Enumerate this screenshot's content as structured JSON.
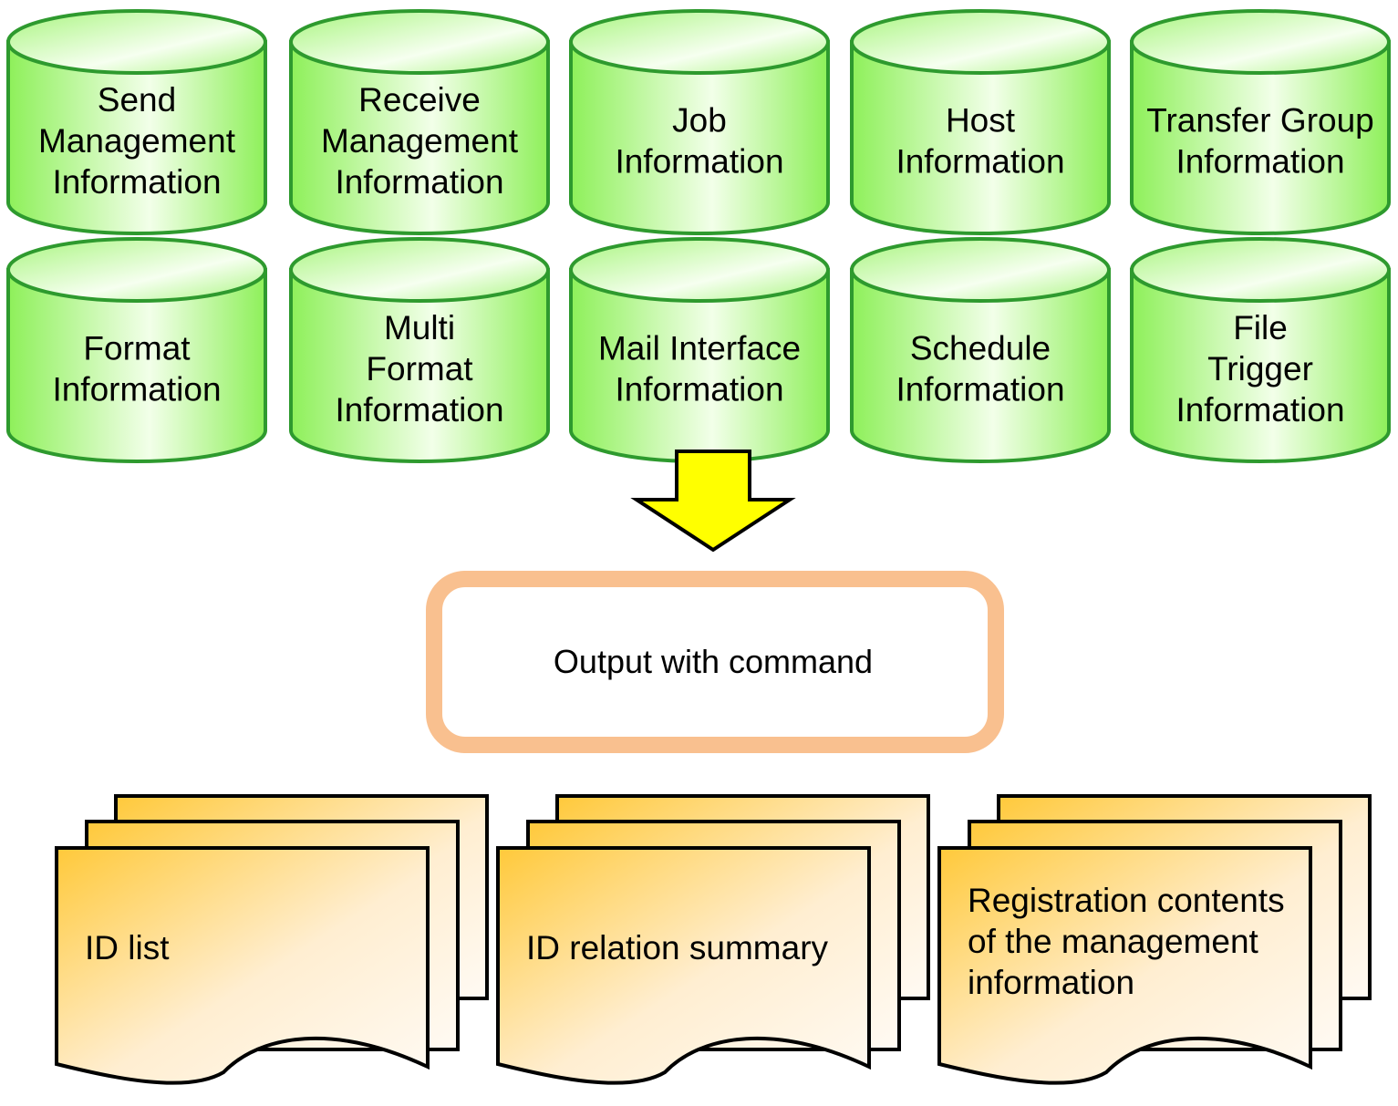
{
  "databases": [
    {
      "name": "send-management-info-db",
      "lines": [
        "Send",
        "Management",
        "Information"
      ]
    },
    {
      "name": "receive-management-info-db",
      "lines": [
        "Receive",
        "Management",
        "Information"
      ]
    },
    {
      "name": "job-info-db",
      "lines": [
        "Job",
        "Information"
      ]
    },
    {
      "name": "host-info-db",
      "lines": [
        "Host",
        "Information"
      ]
    },
    {
      "name": "transfer-group-info-db",
      "lines": [
        "Transfer Group",
        "Information"
      ]
    },
    {
      "name": "format-info-db",
      "lines": [
        "Format",
        "Information"
      ]
    },
    {
      "name": "multi-format-info-db",
      "lines": [
        "Multi",
        "Format",
        "Information"
      ]
    },
    {
      "name": "mail-interface-info-db",
      "lines": [
        "Mail Interface",
        "Information"
      ]
    },
    {
      "name": "schedule-info-db",
      "lines": [
        "Schedule",
        "Information"
      ]
    },
    {
      "name": "file-trigger-info-db",
      "lines": [
        "File",
        "Trigger",
        "Information"
      ]
    }
  ],
  "process": {
    "label": "Output with command"
  },
  "outputs": [
    {
      "name": "id-list-document",
      "lines": [
        "ID list"
      ]
    },
    {
      "name": "id-relation-summary-document",
      "lines": [
        "ID relation summary"
      ]
    },
    {
      "name": "registration-contents-document",
      "lines": [
        "Registration contents",
        "of the management",
        "information"
      ]
    }
  ],
  "colors": {
    "db_fill": "#8ef05a",
    "db_stroke": "#2e9a2e",
    "arrow_fill": "#ffff00",
    "process_border": "#f9c08f",
    "doc_fill": "#ffc93a",
    "doc_stroke": "#000000"
  }
}
